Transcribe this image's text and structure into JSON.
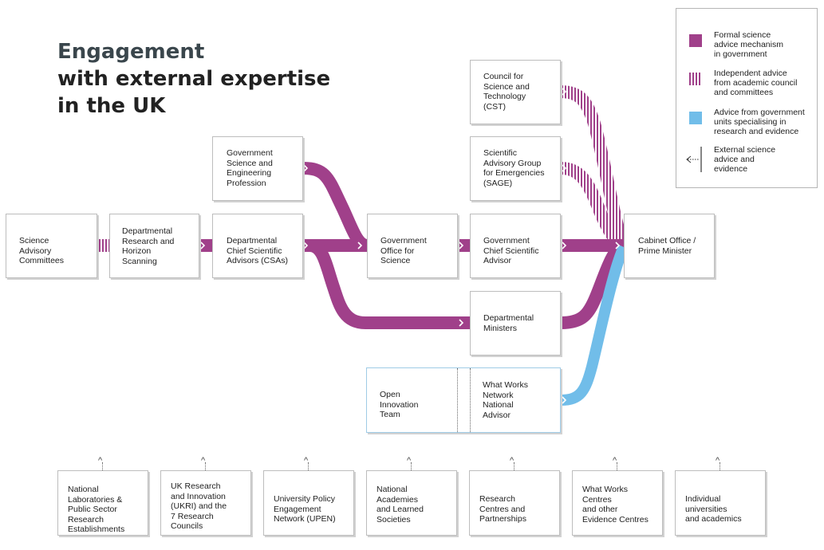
{
  "title": {
    "line1": "Engagement",
    "line2": "with external expertise",
    "line3": "in the UK"
  },
  "colors": {
    "formal": "#a0408a",
    "academic": "#a0408a",
    "units": "#71bde9",
    "box_border": "#bdbdbd"
  },
  "legend": {
    "formal": "Formal science\nadvice mechanism\nin government",
    "academic": "Independent advice\nfrom academic council\nand committees",
    "units": "Advice from government\nunits specialising in\nresearch and evidence",
    "external": "External science\nadvice and\nevidence"
  },
  "nodes": {
    "sac": "Science\nAdvisory\nCommittees",
    "drhs": "Departmental\nResearch and\nHorizon\nScanning",
    "gsep": "Government\nScience and\nEngineering\nProfession",
    "dcsa": "Departmental\nChief Scientific\nAdvisors (CSAs)",
    "gos": "Government\nOffice for\nScience",
    "cst": "Council for\nScience and\nTechnology\n(CST)",
    "sage": "Scientific\nAdvisory Group\nfor Emergencies\n(SAGE)",
    "gcsa": "Government\nChief Scientific\nAdvisor",
    "dm": "Departmental\nMinisters",
    "cabinet": "Cabinet Office /\nPrime Minister",
    "oit": "Open\nInnovation\nTeam",
    "wwn": "What Works\nNetwork\nNational\nAdvisor"
  },
  "external_sources": [
    "National\nLaboratories &\nPublic Sector\nResearch\nEstablishments",
    "UK Research\nand Innovation\n(UKRI) and the\n7 Research\nCouncils",
    "University Policy\nEngagement\nNetwork (UPEN)",
    "National\nAcademies\nand Learned\nSocieties",
    "Research\nCentres and\nPartnerships",
    "What Works\nCentres\nand other\nEvidence Centres",
    "Individual\nuniversities\nand academics"
  ]
}
